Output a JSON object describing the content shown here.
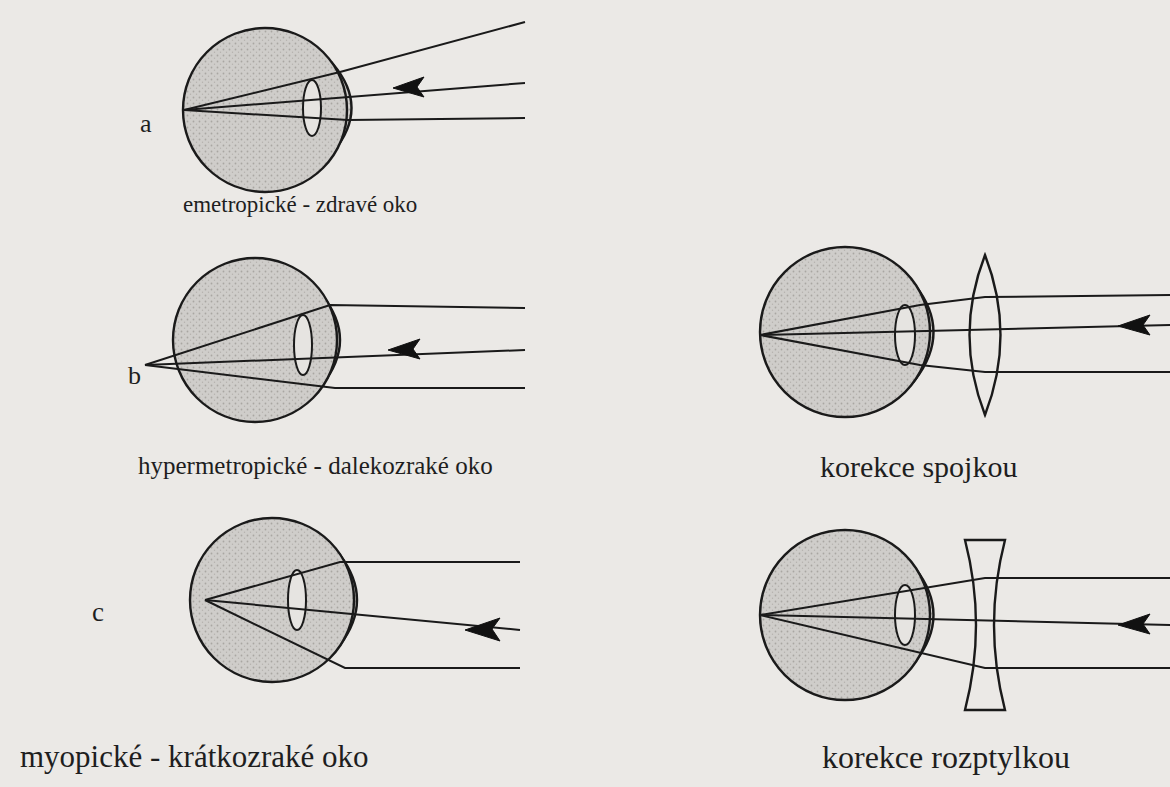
{
  "diagram": {
    "labels": [
      "a",
      "emetropické - zdravé oko",
      "b",
      "hypermetropické - dalekozraké oko",
      "korekce spojkou",
      "c",
      "myopické - krátkozraké oko",
      "korekce rozptylkou"
    ]
  }
}
